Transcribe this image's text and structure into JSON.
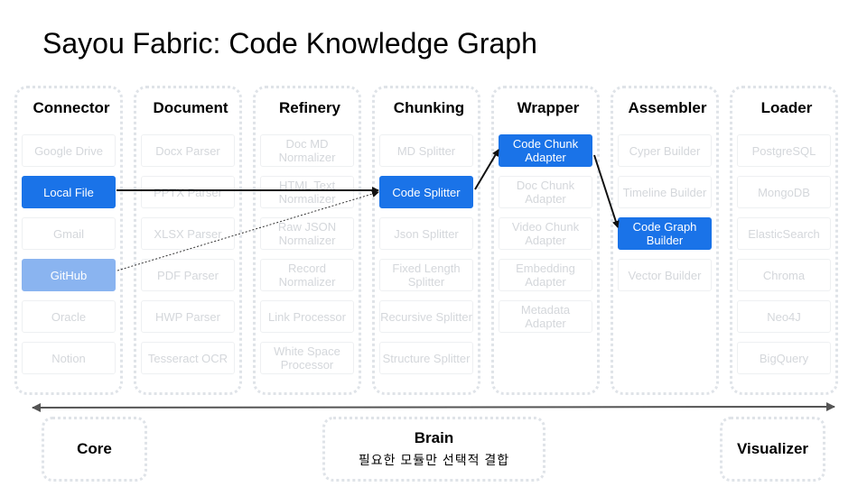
{
  "title": "Sayou Fabric: Code Knowledge Graph",
  "columns": [
    {
      "header": "Connector",
      "items": [
        "Google Drive",
        "Local File",
        "Gmail",
        "GitHub",
        "Oracle",
        "Notion"
      ]
    },
    {
      "header": "Document",
      "items": [
        "Docx Parser",
        "PPTX Parser",
        "XLSX Parser",
        "PDF Parser",
        "HWP Parser",
        "Tesseract OCR"
      ]
    },
    {
      "header": "Refinery",
      "items": [
        "Doc MD Normalizer",
        "HTML Text Normalizer",
        "Raw JSON Normalizer",
        "Record Normalizer",
        "Link Processor",
        "White Space Processor"
      ]
    },
    {
      "header": "Chunking",
      "items": [
        "MD Splitter",
        "Code Splitter",
        "Json Splitter",
        "Fixed Length Splitter",
        "Recursive Splitter",
        "Structure Splitter"
      ]
    },
    {
      "header": "Wrapper",
      "items": [
        "Code Chunk Adapter",
        "Doc Chunk Adapter",
        "Video Chunk Adapter",
        "Embedding Adapter",
        "Metadata Adapter"
      ]
    },
    {
      "header": "Assembler",
      "items": [
        "Cyper Builder",
        "Timeline Builder",
        "Code Graph Builder",
        "Vector Builder"
      ]
    },
    {
      "header": "Loader",
      "items": [
        "PostgreSQL",
        "MongoDB",
        "ElasticSearch",
        "Chroma",
        "Neo4J",
        "BigQuery"
      ]
    }
  ],
  "highlighted_items": [
    "Local File",
    "Code Splitter",
    "Code Chunk Adapter",
    "Code Graph Builder"
  ],
  "partially_highlighted_items": [
    "GitHub"
  ],
  "flow": [
    "Local File",
    "Code Splitter",
    "Code Chunk Adapter",
    "Code Graph Builder"
  ],
  "dotted_flow": [
    "GitHub",
    "Code Splitter"
  ],
  "bottom": {
    "core": "Core",
    "brain_title": "Brain",
    "brain_subtitle": "필요한 모듈만 선택적 결합",
    "visualizer": "Visualizer"
  },
  "colors": {
    "active": "#1a73e8",
    "light_active": "#8ab4f0",
    "inactive_text": "#d4d7db",
    "border": "#dfe3e8"
  }
}
